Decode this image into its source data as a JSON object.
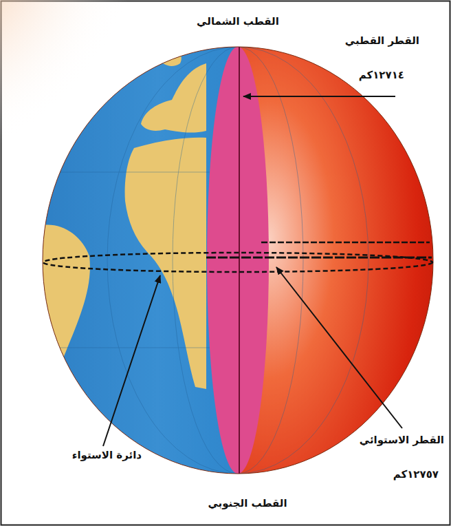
{
  "diagram": {
    "labels": [
      "القطب الشمالي",
      "القطر القطبي",
      "١٢٧١٤كم",
      "دائرة الاستواء",
      "القطر الاستوائي",
      "١٢٧٥٧كم",
      "القطب الجنوبي"
    ]
  }
}
